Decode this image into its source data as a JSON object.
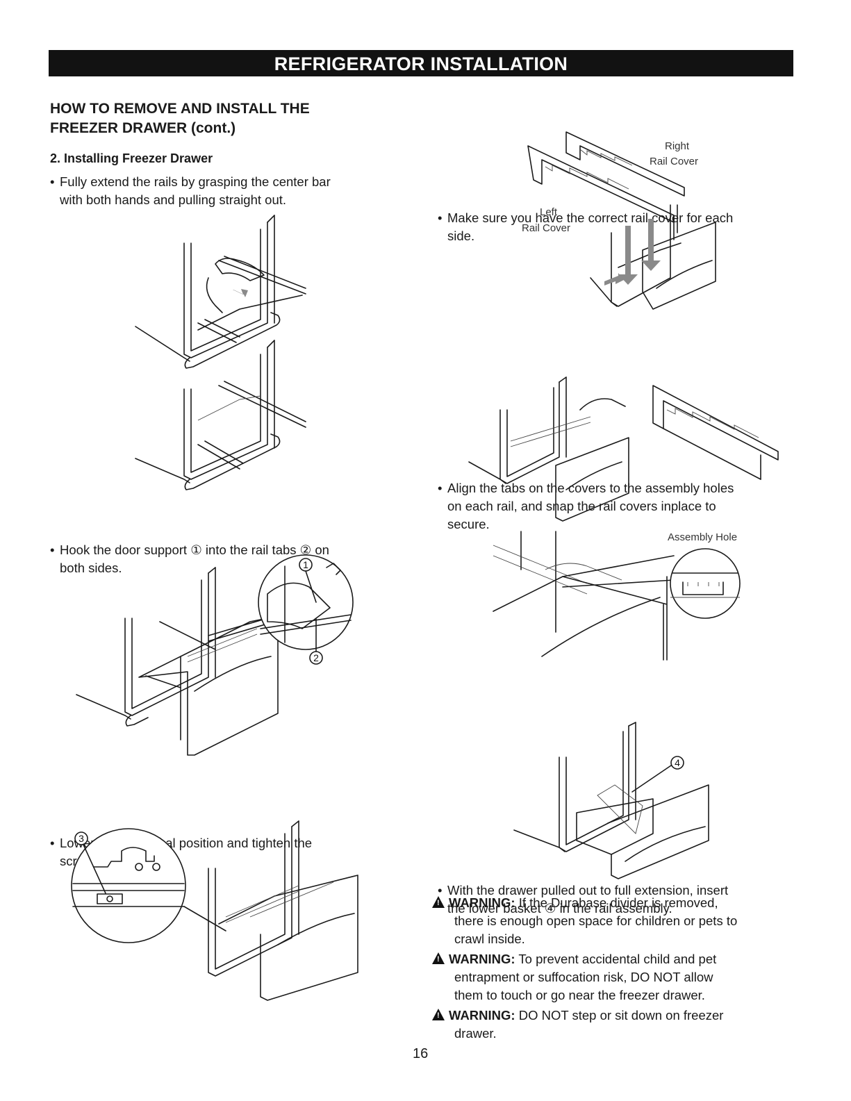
{
  "header": {
    "banner": "REFRIGERATOR INSTALLATION"
  },
  "left": {
    "title_line1": "HOW TO REMOVE AND INSTALL THE",
    "title_line2": "FREEZER DRAWER (cont.)",
    "subtitle": "2. Installing Freezer Drawer",
    "step1_line1": "Fully extend the rails by grasping the center bar",
    "step1_line2": "with both hands and pulling straight out.",
    "step2_line1": "Hook the door support ① into the rail tabs ② on",
    "step2_line2": "both sides.",
    "step2_callout1": "1",
    "step2_callout2": "2",
    "step3_line1": "Lower door into final position and tighten the",
    "step3_line2": "screws ③.",
    "step3_callout": "3"
  },
  "right": {
    "step1_line1": "Make sure you have the correct rail cover for each",
    "step1_line2": "side.",
    "right_cover_l1": "Right",
    "right_cover_l2": "Rail Cover",
    "left_cover_l1": "Left",
    "left_cover_l2": "Rail Cover",
    "step2_line1": "Align the tabs on the covers to the assembly holes",
    "step2_line2": "on each rail, and snap the rail covers inplace to",
    "step2_line3": "secure.",
    "assembly_hole": "Assembly Hole",
    "step3_line1": "With the drawer pulled out to full extension, insert",
    "step3_line2": "the lower basket ④ in the rail assembly.",
    "step3_callout": "4"
  },
  "warnings": [
    {
      "label": "WARNING:",
      "line1": " If the Durabase divider is removed,",
      "line2": "there is enough open space for children or pets to",
      "line3": "crawl inside."
    },
    {
      "label": "WARNING:",
      "line1": " To prevent accidental child and pet",
      "line2": "entrapment or suffocation risk, DO NOT allow",
      "line3": "them to touch or go near the freezer drawer."
    },
    {
      "label": "WARNING:",
      "line1": " DO NOT step or sit down on freezer",
      "line2": "drawer."
    }
  ],
  "footer": {
    "page_number": "16"
  }
}
